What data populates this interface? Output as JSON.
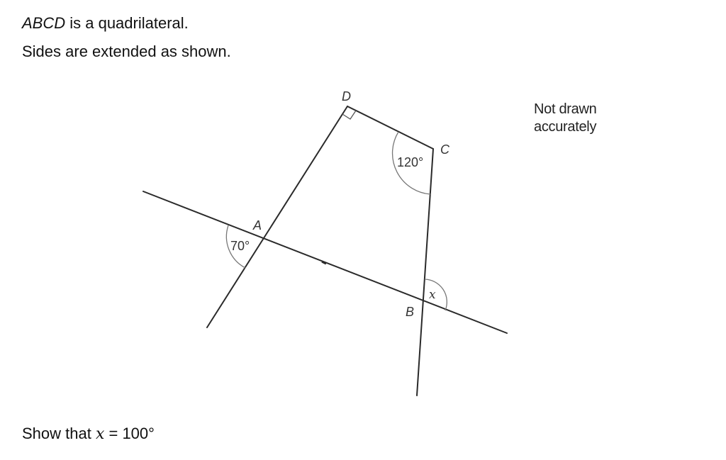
{
  "question": {
    "line1_italic": "ABCD",
    "line1_rest": " is a quadrilateral.",
    "line2": "Sides are extended as shown.",
    "prompt_prefix": "Show that ",
    "prompt_var": "x",
    "prompt_suffix": " = 100°"
  },
  "note": {
    "line1": "Not drawn",
    "line2": "accurately"
  },
  "diagram": {
    "vertices": {
      "A": "A",
      "B": "B",
      "C": "C",
      "D": "D"
    },
    "angles": {
      "at_A": "70°",
      "at_C": "120°",
      "at_B": "x",
      "at_D": "right angle"
    },
    "colors": {
      "line": "#2a2a2a",
      "arc": "#777777"
    }
  }
}
